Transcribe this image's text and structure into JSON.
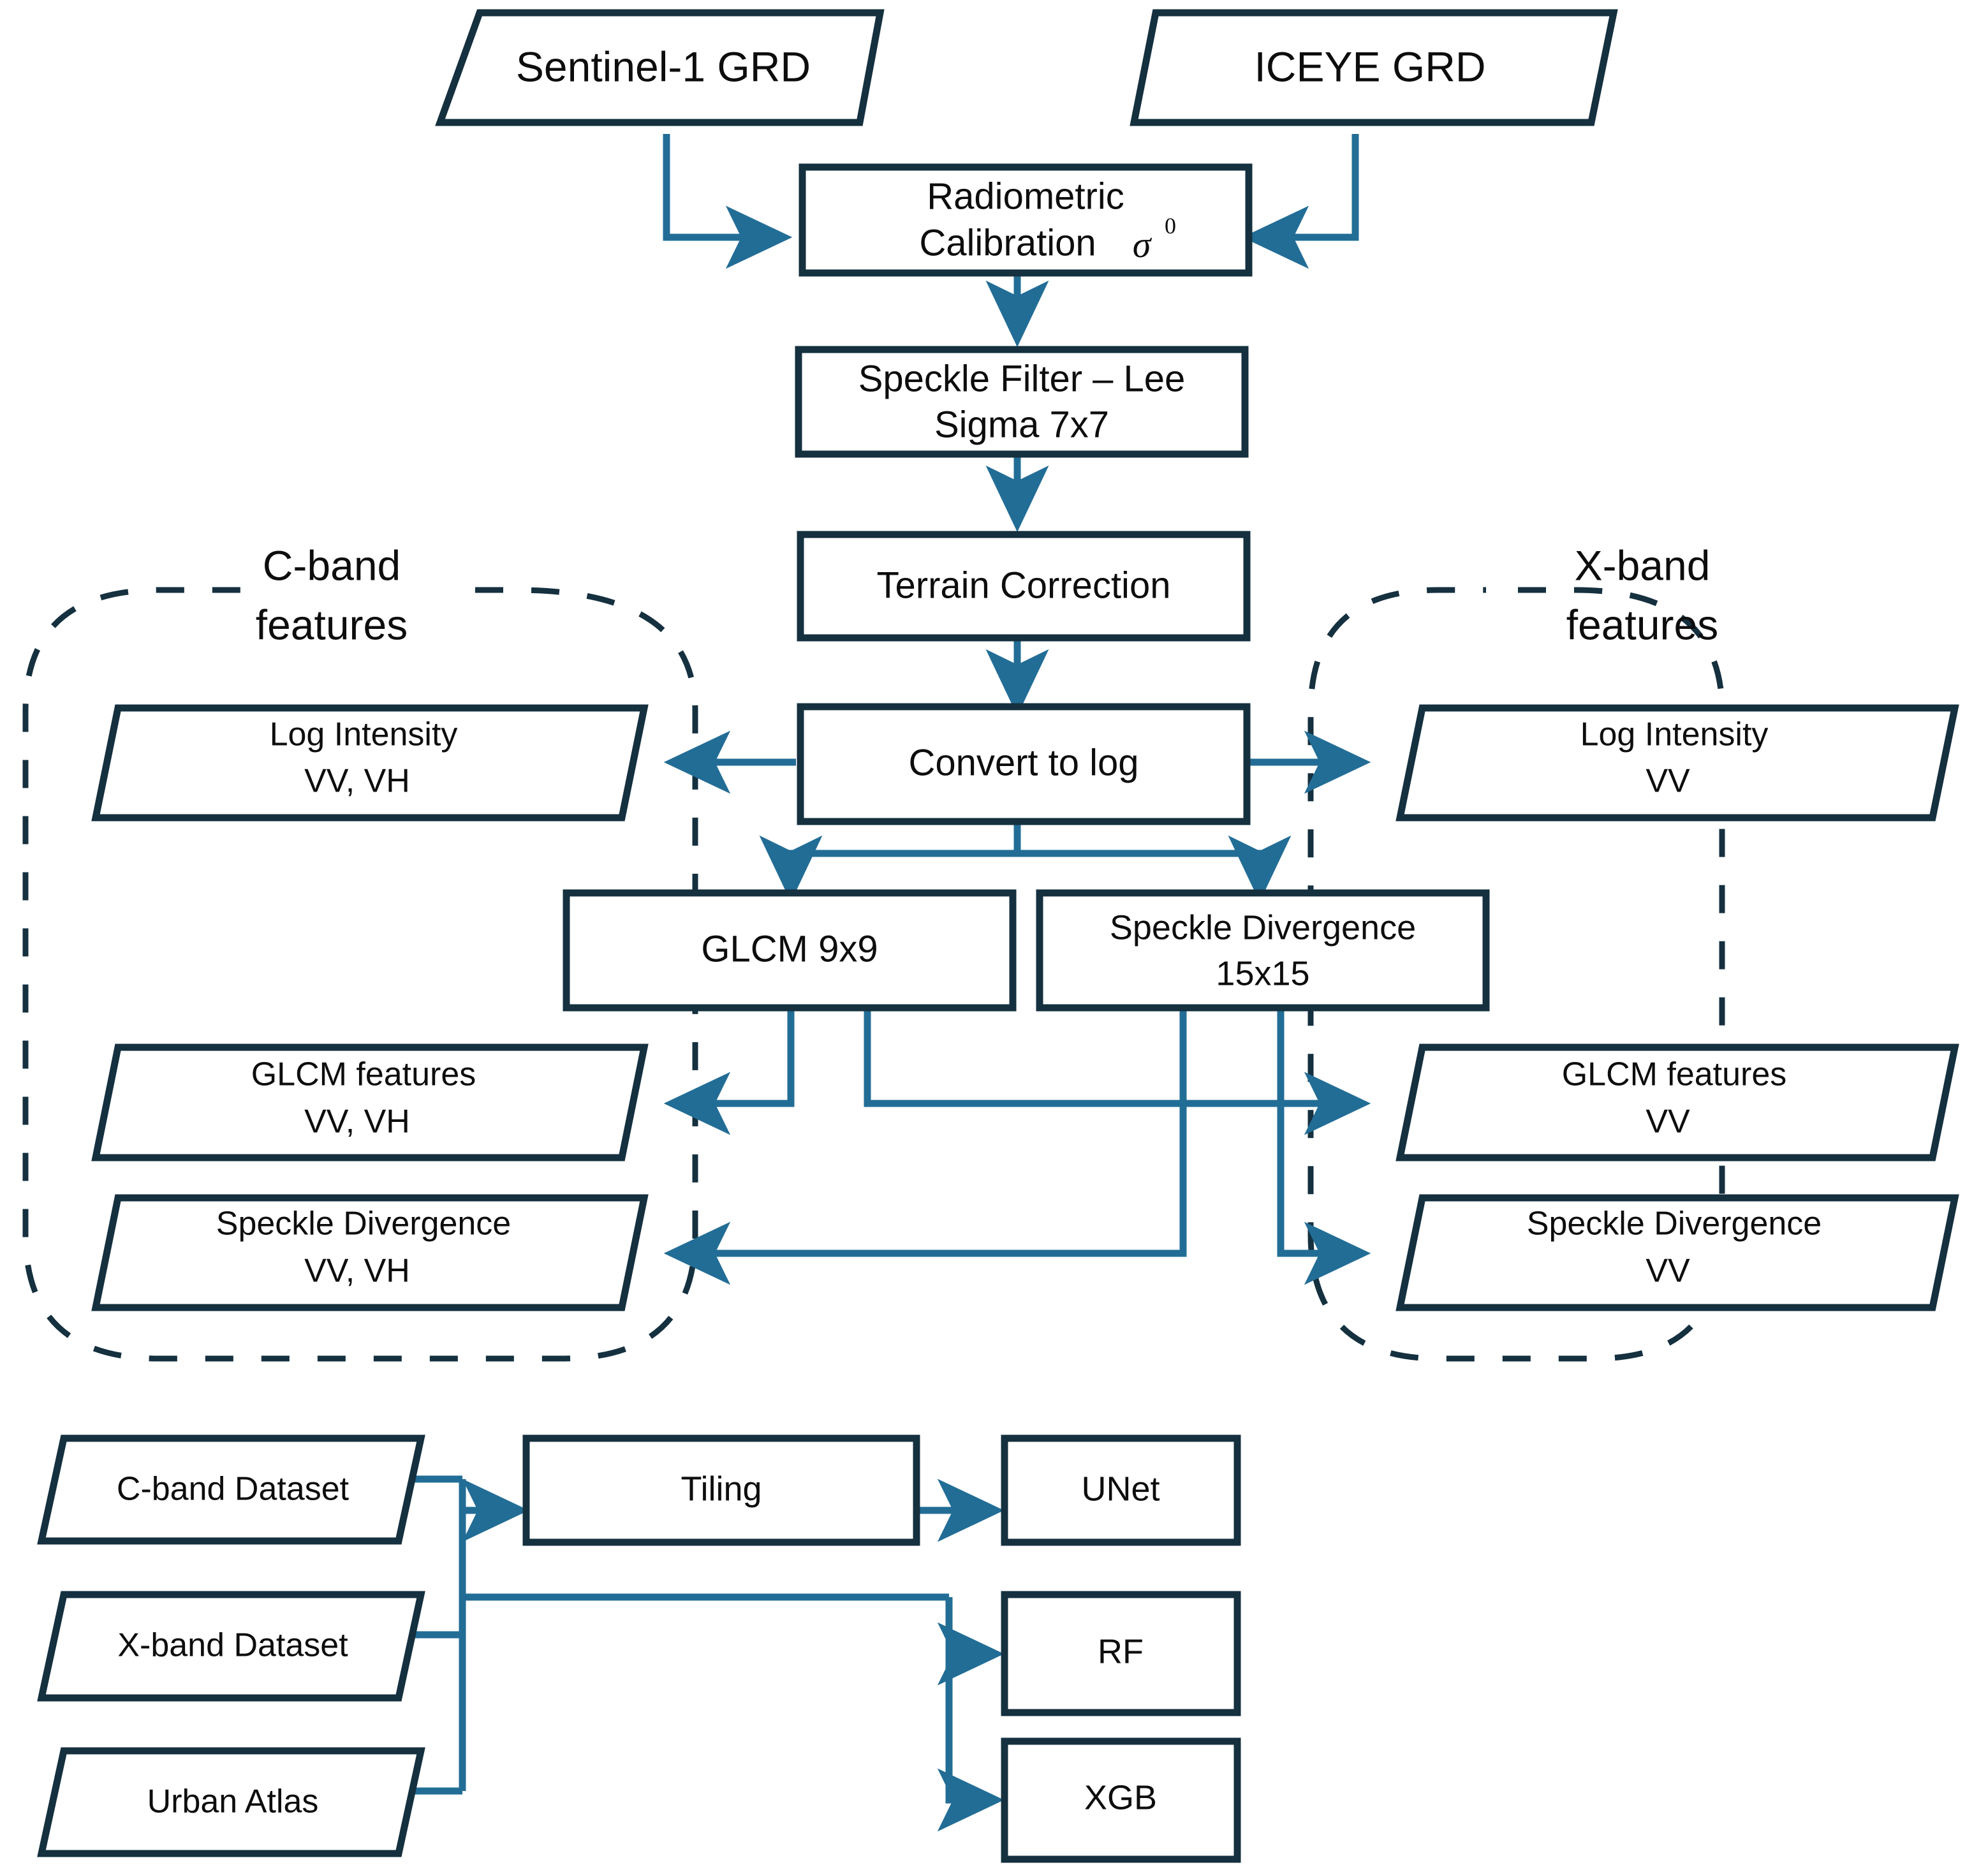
{
  "diagram": {
    "title": "SAR processing and classification workflow",
    "colors": {
      "node_border": "#15303f",
      "connector": "#226d96",
      "text": "#0d0d0d",
      "group_dash": "#15303f",
      "background": "#ffffff"
    },
    "inputs": [
      {
        "id": "sentinel1",
        "label": "Sentinel-1 GRD",
        "shape": "parallelogram"
      },
      {
        "id": "iceye",
        "label": "ICEYE GRD",
        "shape": "parallelogram"
      }
    ],
    "processing": [
      {
        "id": "radcal",
        "label_line1": "Radiometric",
        "label_line2": "Calibration",
        "symbol": "σ",
        "superscript": "0",
        "shape": "rectangle"
      },
      {
        "id": "speckle",
        "label_line1": "Speckle Filter – Lee",
        "label_line2": "Sigma 7x7",
        "shape": "rectangle"
      },
      {
        "id": "terrain",
        "label_line1": "Terrain Correction",
        "shape": "rectangle"
      },
      {
        "id": "tolog",
        "label_line1": "Convert to log",
        "shape": "rectangle"
      },
      {
        "id": "glcm",
        "label_line1": "GLCM 9x9",
        "shape": "rectangle"
      },
      {
        "id": "specdiv",
        "label_line1": "Speckle Divergence",
        "label_line2": "15x15",
        "shape": "rectangle"
      }
    ],
    "groups": [
      {
        "id": "cband",
        "title_line1": "C-band",
        "title_line2": "features",
        "side": "left",
        "features": [
          {
            "id": "c-logint",
            "line1": "Log Intensity",
            "line2": "VV, VH"
          },
          {
            "id": "c-glcm",
            "line1": "GLCM features",
            "line2": "VV, VH"
          },
          {
            "id": "c-specdiv",
            "line1": "Speckle Divergence",
            "line2": "VV, VH"
          }
        ]
      },
      {
        "id": "xband",
        "title_line1": "X-band",
        "title_line2": "features",
        "side": "right",
        "features": [
          {
            "id": "x-logint",
            "line1": "Log Intensity",
            "line2": "VV"
          },
          {
            "id": "x-glcm",
            "line1": "GLCM features",
            "line2": "VV"
          },
          {
            "id": "x-specdiv",
            "line1": "Speckle Divergence",
            "line2": "VV"
          }
        ]
      }
    ],
    "datasets": [
      {
        "id": "ds-cband",
        "label": "C-band Dataset",
        "shape": "parallelogram"
      },
      {
        "id": "ds-xband",
        "label": "X-band Dataset",
        "shape": "parallelogram"
      },
      {
        "id": "ds-urban",
        "label": "Urban Atlas",
        "shape": "parallelogram"
      }
    ],
    "stages": [
      {
        "id": "tiling",
        "label": "Tiling",
        "shape": "rectangle"
      }
    ],
    "models": [
      {
        "id": "unet",
        "label": "UNet",
        "shape": "rectangle"
      },
      {
        "id": "rf",
        "label": "RF",
        "shape": "rectangle"
      },
      {
        "id": "xgb",
        "label": "XGB",
        "shape": "rectangle"
      }
    ]
  }
}
